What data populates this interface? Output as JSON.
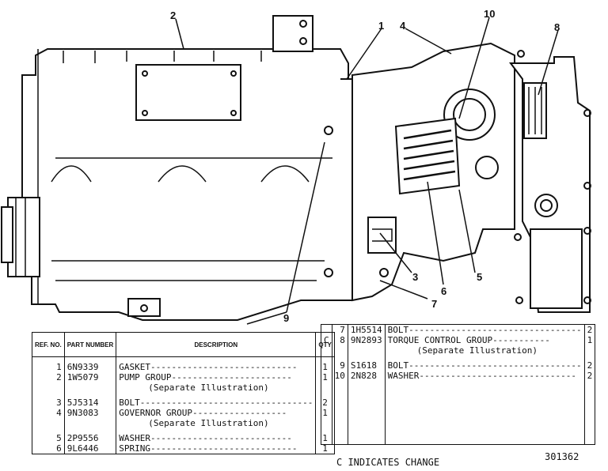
{
  "callouts": [
    "1",
    "2",
    "3",
    "4",
    "5",
    "6",
    "7",
    "8",
    "9",
    "10"
  ],
  "left_table": {
    "headers": {
      "ref": "REF. NO.",
      "part": "PART NUMBER",
      "desc": "DESCRIPTION",
      "qty": "QTY"
    },
    "rows": [
      {
        "ref": "1",
        "part": "6N9339",
        "desc": "GASKET----------------------------",
        "qty": "1"
      },
      {
        "ref": "2",
        "part": "1W5079",
        "desc": "PUMP GROUP-----------------------",
        "qty": "1"
      },
      {
        "ref": "",
        "part": "",
        "desc": "(Separate Illustration)",
        "qty": ""
      },
      {
        "ref": "3",
        "part": "5J5314",
        "desc": "BOLT---------------------------------",
        "qty": "2"
      },
      {
        "ref": "4",
        "part": "9N3083",
        "desc": "GOVERNOR GROUP------------------",
        "qty": "1"
      },
      {
        "ref": "",
        "part": "",
        "desc": "(Separate Illustration)",
        "qty": ""
      },
      {
        "ref": "5",
        "part": "2P9556",
        "desc": "WASHER---------------------------",
        "qty": "1"
      },
      {
        "ref": "6",
        "part": "9L6446",
        "desc": "SPRING----------------------------",
        "qty": "1"
      }
    ]
  },
  "right_table": {
    "rows": [
      {
        "chg": "",
        "ref": "7",
        "part": "1H5514",
        "desc": "BOLT---------------------------------",
        "qty": "2"
      },
      {
        "chg": "C",
        "ref": "8",
        "part": "9N2893",
        "desc": "TORQUE CONTROL GROUP-----------",
        "qty": "1"
      },
      {
        "chg": "",
        "ref": "",
        "part": "",
        "desc": "(Separate Illustration)",
        "qty": ""
      },
      {
        "chg": "",
        "ref": "9",
        "part": "S1618",
        "desc": "BOLT---------------------------------",
        "qty": "2"
      },
      {
        "chg": "",
        "ref": "10",
        "part": "2N828",
        "desc": "WASHER------------------------------",
        "qty": "2"
      }
    ]
  },
  "footer": {
    "legend": "C INDICATES CHANGE",
    "figure_number": "301362"
  }
}
